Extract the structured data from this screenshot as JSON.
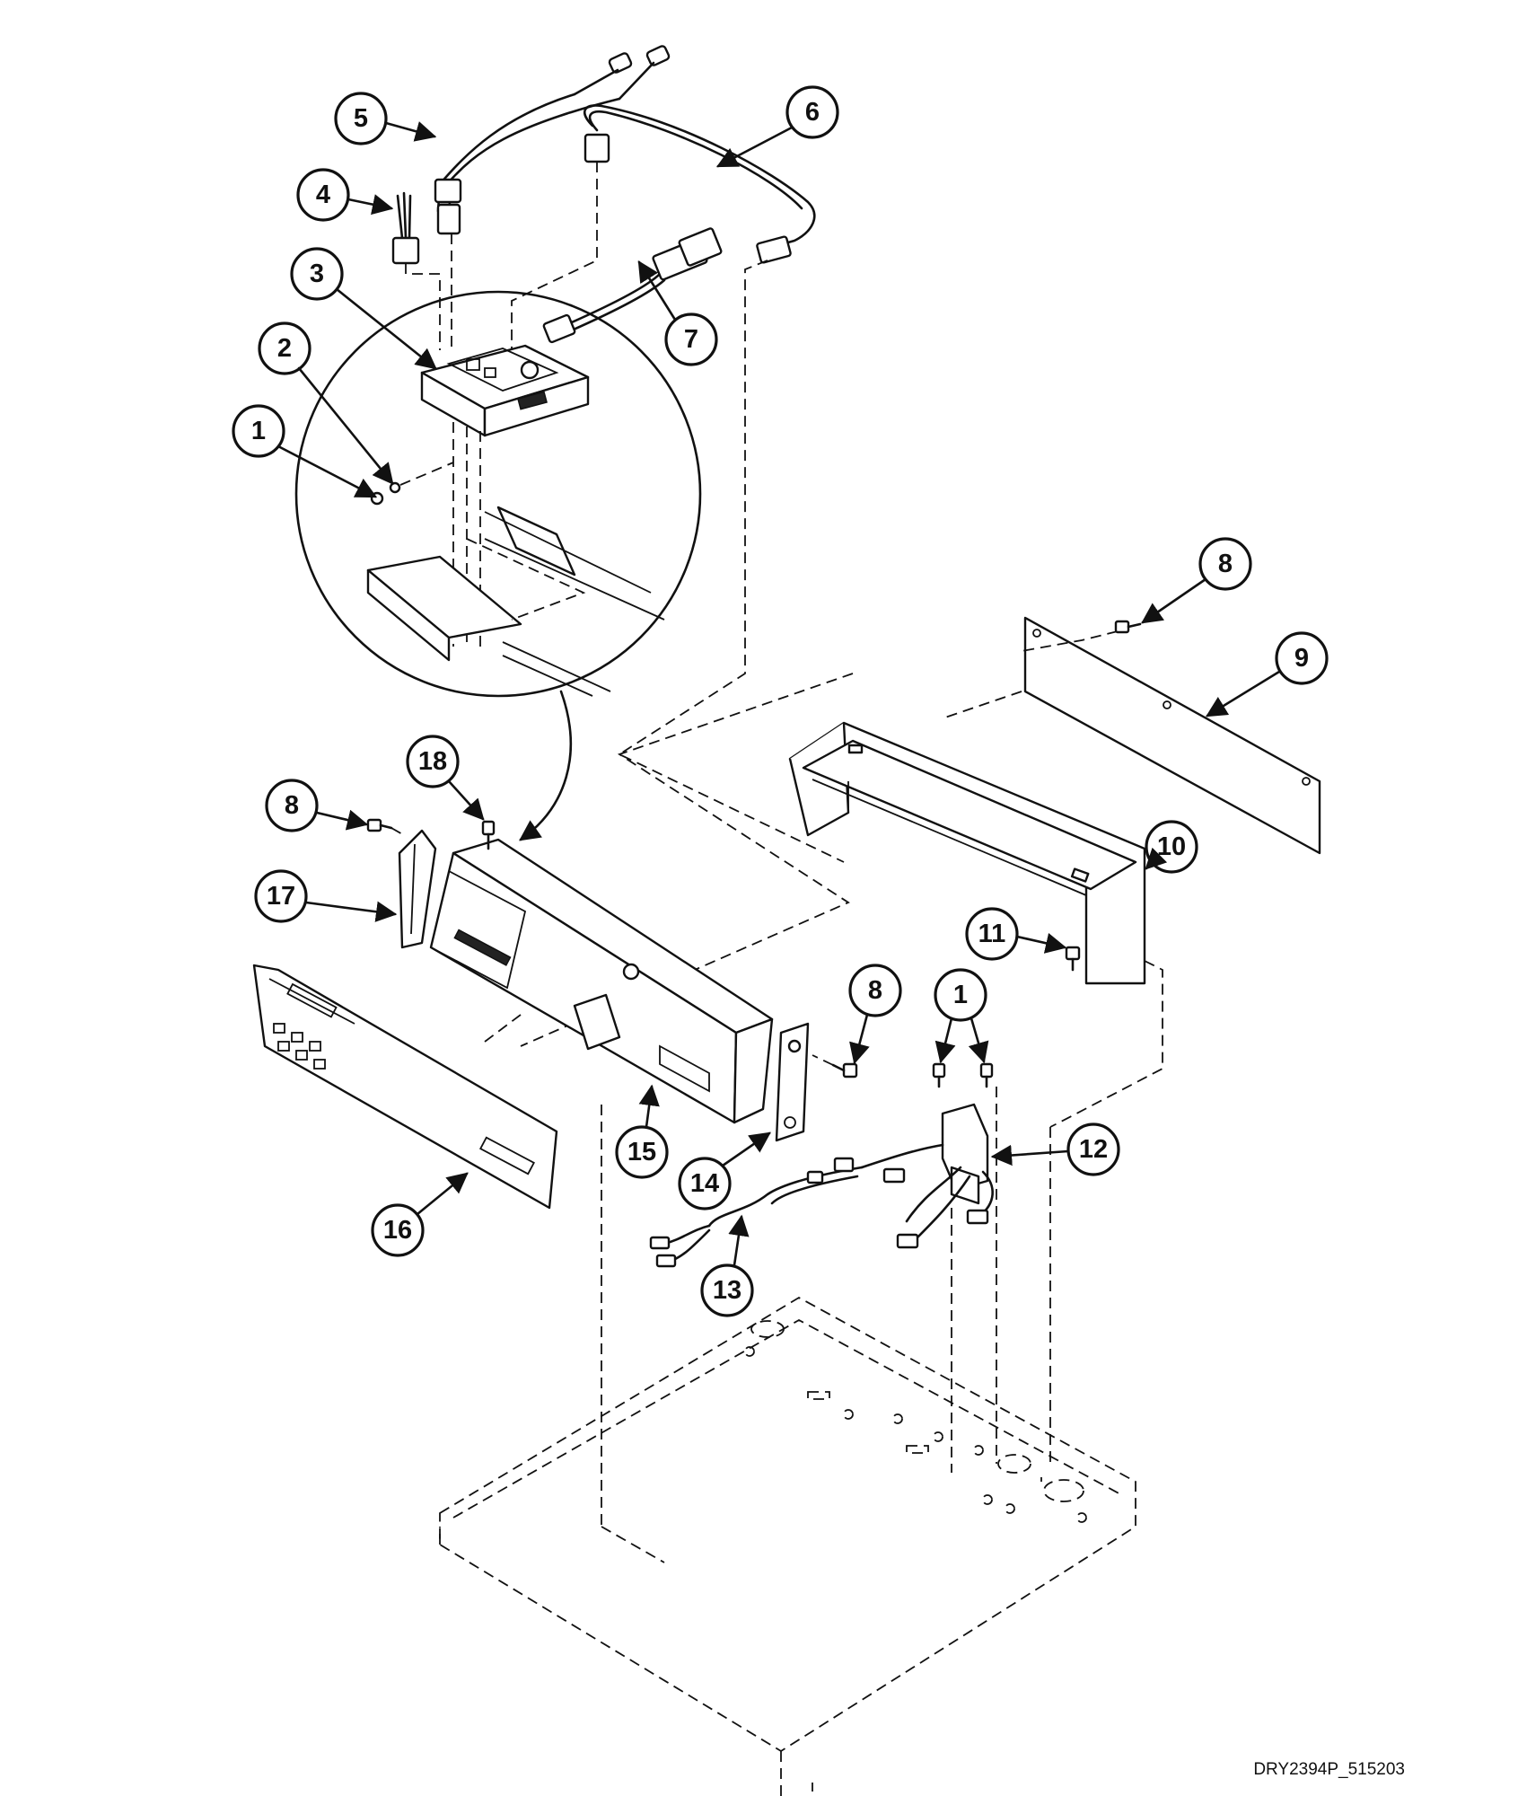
{
  "callouts": [
    "1",
    "2",
    "3",
    "4",
    "5",
    "6",
    "7",
    "8",
    "9",
    "10",
    "11",
    "12",
    "13",
    "14",
    "15",
    "16",
    "17",
    "18",
    "8",
    "8",
    "1"
  ],
  "drawing_id": "DRY2394P_515203",
  "colors": {
    "line": "#111111",
    "background": "#ffffff"
  }
}
